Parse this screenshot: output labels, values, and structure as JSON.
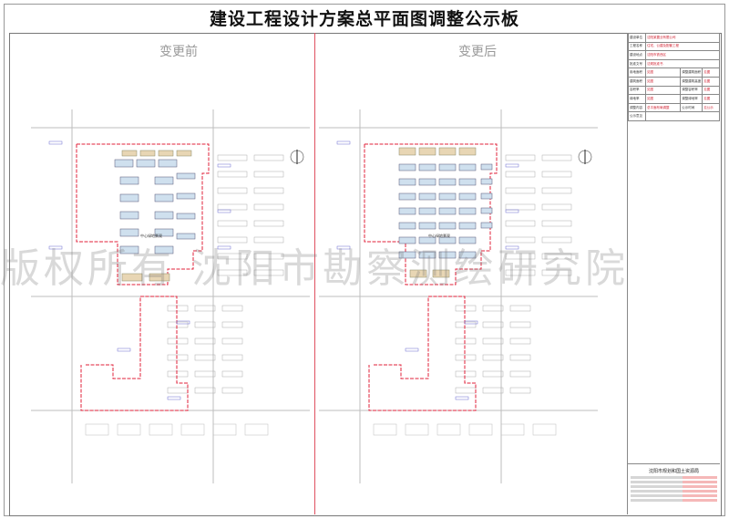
{
  "title": "建设工程设计方案总平面图调整公示板",
  "panels": {
    "before_label": "变更前",
    "after_label": "变更后",
    "plan_center_label": "中心绿地景观"
  },
  "info_table": {
    "rows": [
      {
        "label": "建设单位",
        "value": "沈阳某置业有限公司"
      },
      {
        "label": "工程名称",
        "value": "住宅、公建及配套工程"
      },
      {
        "label": "建设地点",
        "value": "沈阳市铁西区"
      },
      {
        "label": "批准文号",
        "value": "沈规批准书"
      },
      {
        "label": "用地面积",
        "value": "见图",
        "label2": "调整建筑面积",
        "value2": "见图"
      },
      {
        "label": "建筑面积",
        "value": "见图",
        "label2": "调整建筑高度",
        "value2": "见图"
      },
      {
        "label": "容积率",
        "value": "见图",
        "label2": "调整容积率",
        "value2": "见图"
      },
      {
        "label": "绿地率",
        "value": "见图",
        "label2": "调整绿地率",
        "value2": "见图"
      },
      {
        "label": "调整内容",
        "value": "总平面布局调整",
        "label2": "公示时间",
        "value2": "见公示"
      },
      {
        "label": "公示意见",
        "value": ""
      }
    ]
  },
  "authority": {
    "name": "沈阳市规划和国土资源局"
  },
  "watermark": "版权所有  沈阳市勘察测绘研究院",
  "colors": {
    "redline": "#e0203a",
    "building": "#cfe0ee",
    "commercial": "#e8d6b4",
    "road": "#bdbdbd"
  }
}
